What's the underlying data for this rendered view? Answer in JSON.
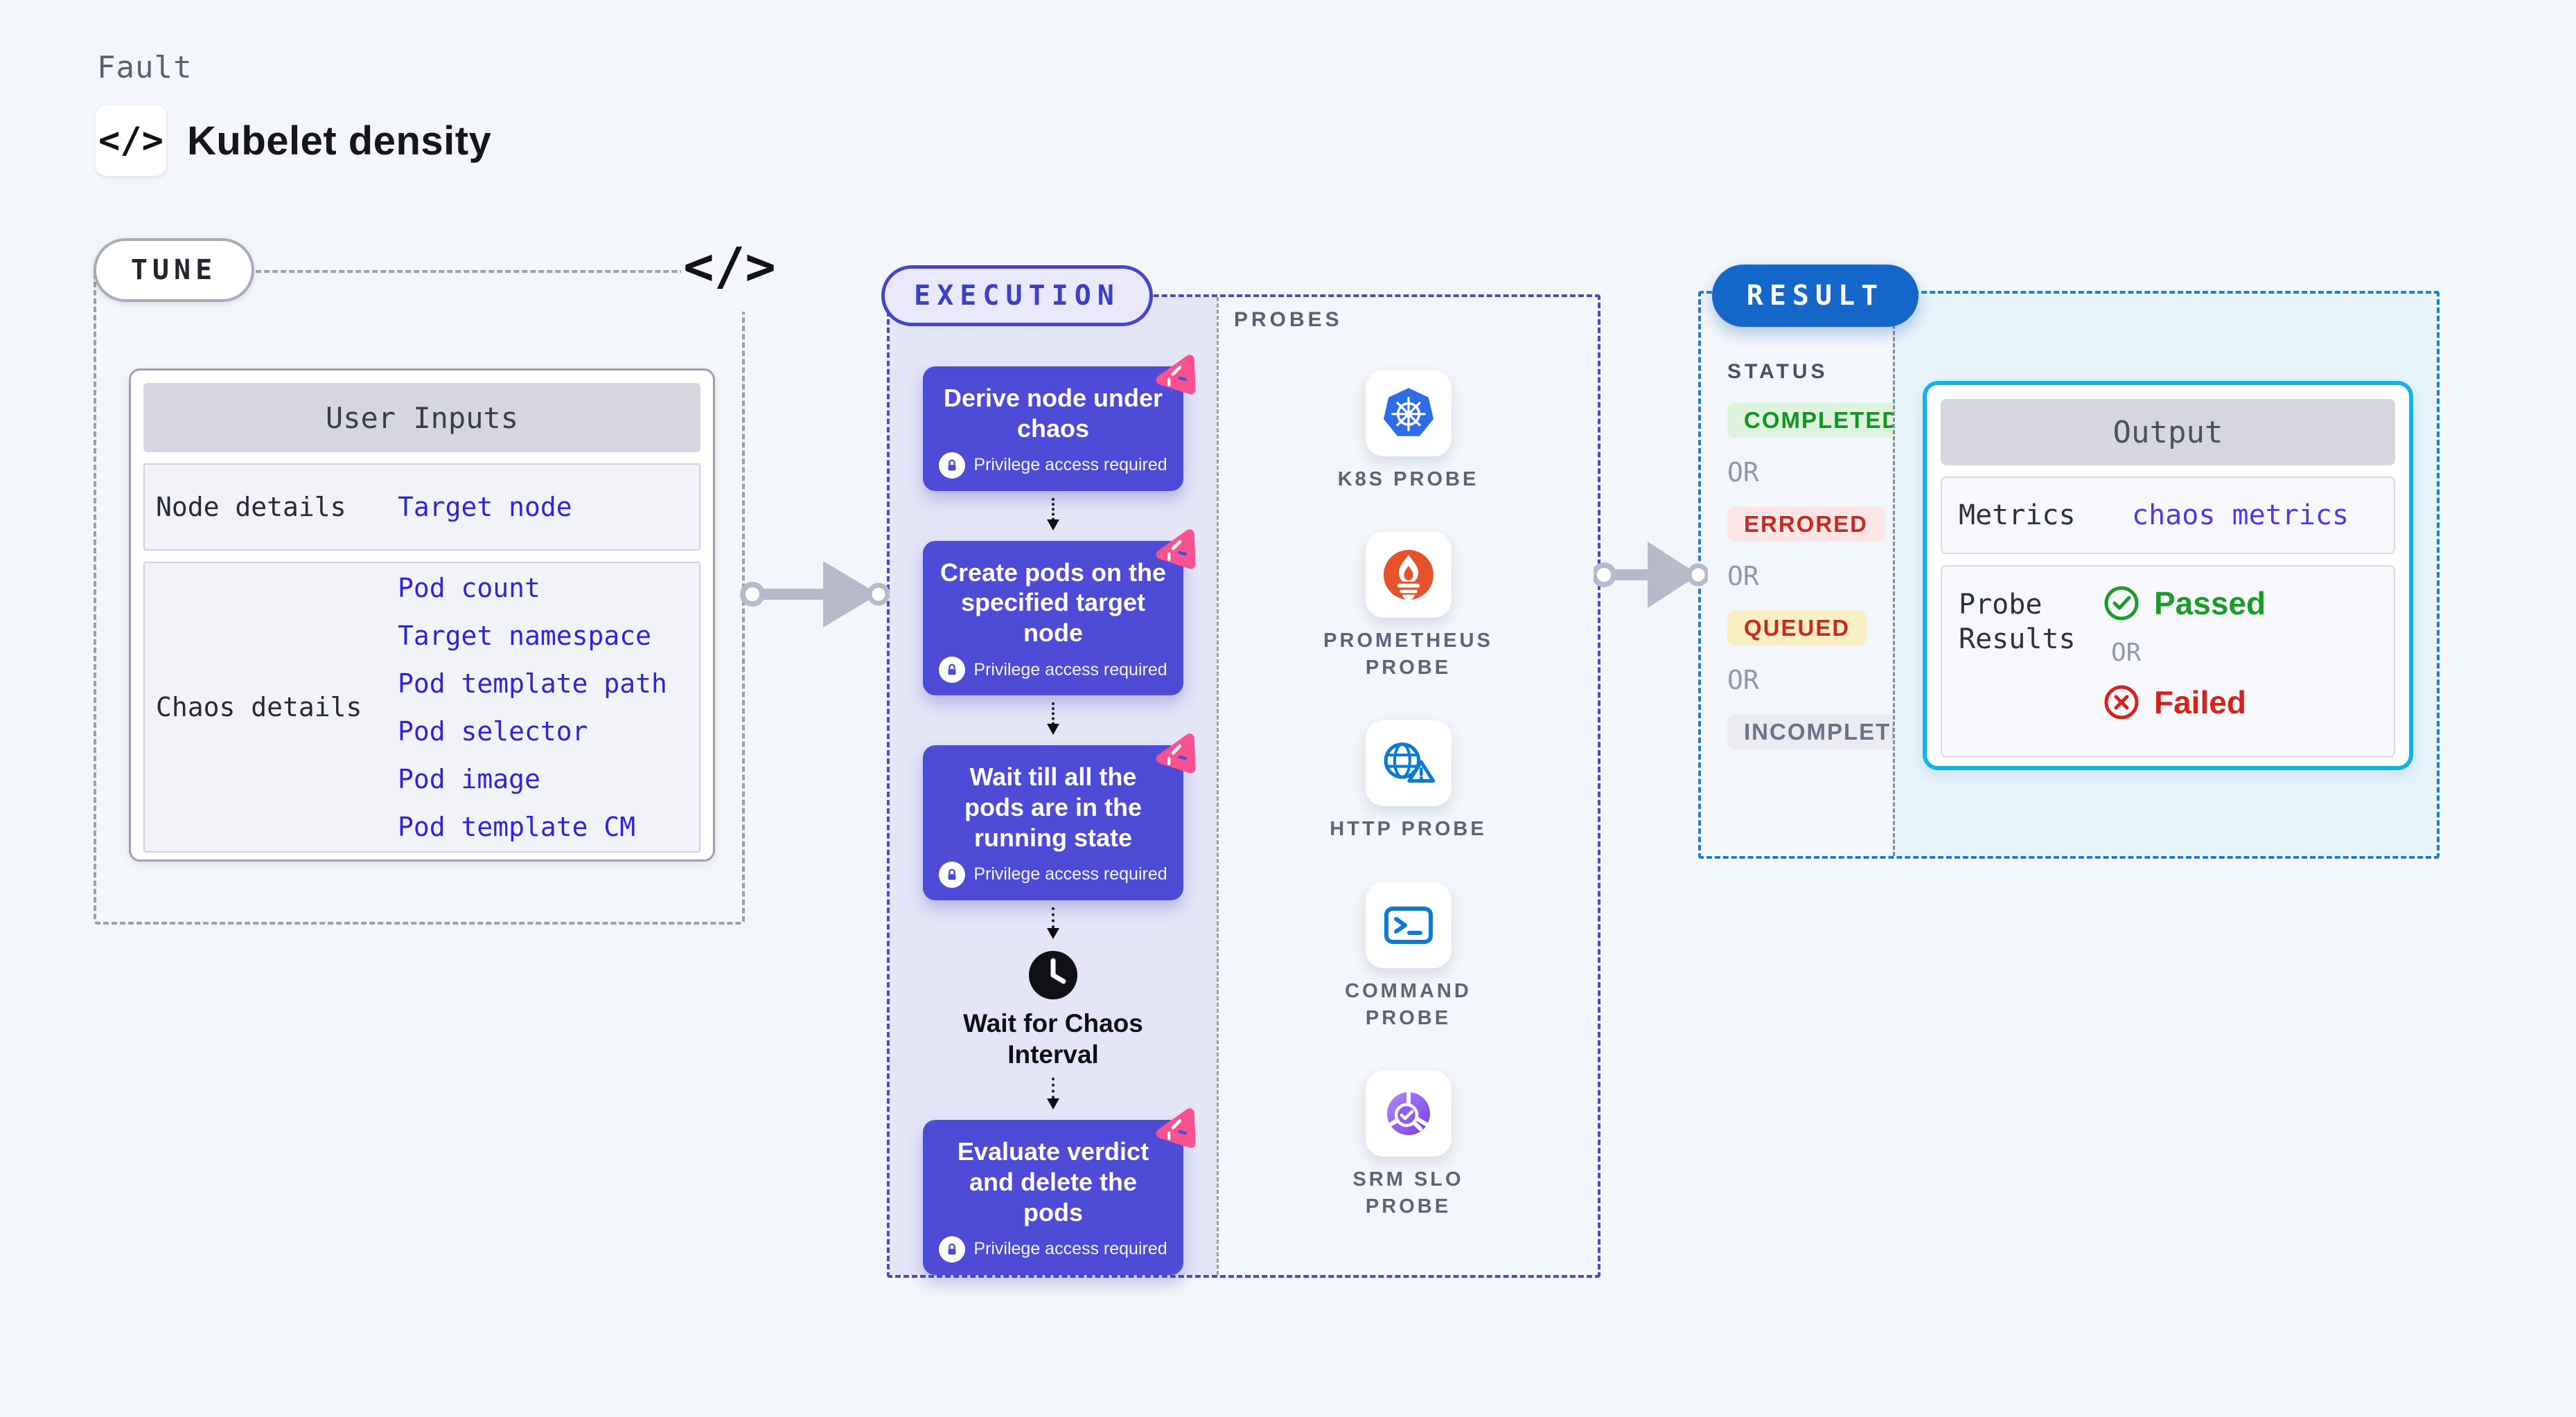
{
  "header": {
    "fault_label": "Fault",
    "title": "Kubelet density",
    "code_icon": "code-icon"
  },
  "tune": {
    "badge": "TUNE",
    "table_header": "User Inputs",
    "rows": [
      {
        "label": "Node details",
        "values": [
          "Target node"
        ]
      },
      {
        "label": "Chaos details",
        "values": [
          "Pod count",
          "Target namespace",
          "Pod template path",
          "Pod selector",
          "Pod image",
          "Pod template CM"
        ]
      }
    ]
  },
  "execution": {
    "badge": "EXECUTION",
    "privilege_note": "Privilege access required",
    "steps": [
      {
        "title": "Derive node under chaos"
      },
      {
        "title": "Create pods on the specified target node"
      },
      {
        "title": "Wait till all the pods are in the running state"
      },
      {
        "title": "Evaluate verdict and delete the pods"
      }
    ],
    "wait_label": "Wait for Chaos Interval"
  },
  "probes": {
    "title": "PROBES",
    "items": [
      {
        "label": "K8S PROBE",
        "icon": "k8s-icon"
      },
      {
        "label": "PROMETHEUS PROBE",
        "icon": "prometheus-icon"
      },
      {
        "label": "HTTP PROBE",
        "icon": "http-globe-icon"
      },
      {
        "label": "COMMAND PROBE",
        "icon": "terminal-icon"
      },
      {
        "label": "SRM SLO PROBE",
        "icon": "srm-slo-icon"
      }
    ]
  },
  "result": {
    "badge": "RESULT",
    "status_label": "STATUS",
    "or_label": "OR",
    "statuses": [
      {
        "label": "COMPLETED",
        "fg": "#119422",
        "bg": "#ddf3dd"
      },
      {
        "label": "ERRORED",
        "fg": "#c92a21",
        "bg": "#fbe5e5"
      },
      {
        "label": "QUEUED",
        "fg": "#c92a21",
        "bg": "#faeec3"
      },
      {
        "label": "INCOMPLETED",
        "fg": "#6c7288",
        "bg": "#ebecf2"
      }
    ],
    "output": {
      "header": "Output",
      "metrics_label": "Metrics",
      "metrics_value": "chaos metrics",
      "probe_results_label": "Probe Results",
      "passed": "Passed",
      "failed": "Failed"
    }
  },
  "colors": {
    "step_card": "#4e4cd7",
    "execution_accent": "#4347c9",
    "result_accent": "#1568c9",
    "output_border": "#14b2ea",
    "link_blue": "#2d24df",
    "pink_badge": "#f8538f",
    "passed_green": "#1d9b2a",
    "failed_red": "#d5221a"
  }
}
